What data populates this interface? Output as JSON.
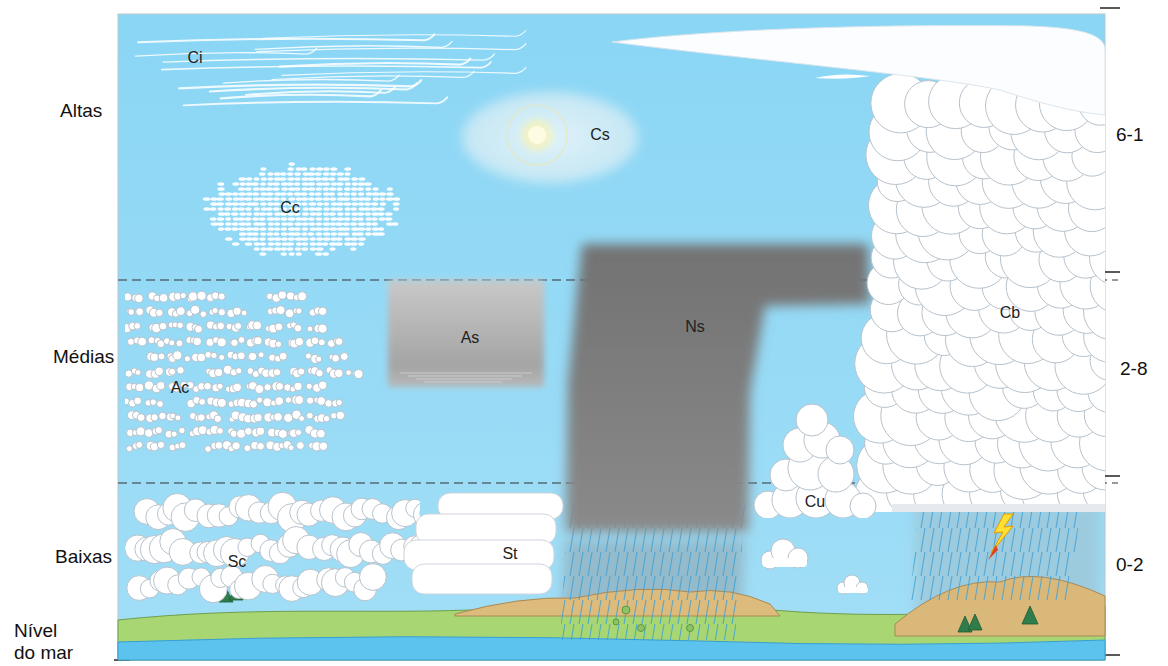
{
  "diagram": {
    "nodes": [
      {
        "text": [
          "Ci"
        ]
      },
      {
        "text": [
          "Cs"
        ]
      },
      {
        "text": [
          "Cc"
        ]
      },
      {
        "text": [
          "As"
        ]
      },
      {
        "text": [
          "Ns"
        ]
      },
      {
        "text": [
          "Cb"
        ]
      },
      {
        "text": [
          "Ac"
        ]
      },
      {
        "text": [
          "Cu"
        ]
      },
      {
        "text": [
          "Sc"
        ]
      },
      {
        "text": [
          "St"
        ]
      }
    ],
    "labels": [
      "Altas",
      "Médias",
      "Baixas",
      "Nível do mar",
      "6-1",
      "2-8",
      "0-2"
    ]
  }
}
